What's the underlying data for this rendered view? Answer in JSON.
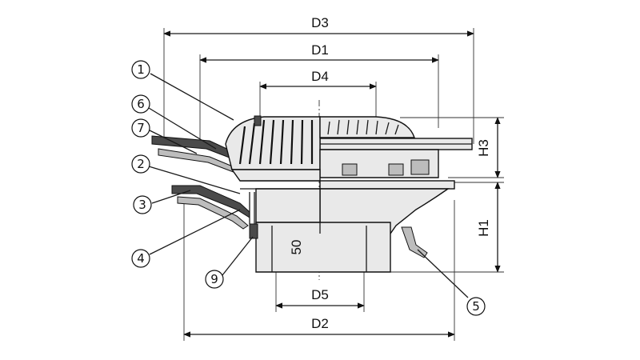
{
  "dimensions": {
    "d3": "D3",
    "d1": "D1",
    "d4": "D4",
    "d5": "D5",
    "d2": "D2",
    "h3": "H3",
    "h1": "H1",
    "fifty": "50"
  },
  "callouts": {
    "c1": "1",
    "c6": "6",
    "c7": "7",
    "c2": "2",
    "c3": "3",
    "c4": "4",
    "c9": "9",
    "c5": "5"
  }
}
